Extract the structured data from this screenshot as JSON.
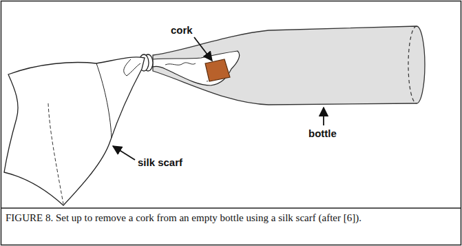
{
  "diagram": {
    "caption": "FIGURE 8. Set up to remove a cork from an empty bottle using a silk scarf (after [6]).",
    "labels": [
      "cork",
      "bottle",
      "silk scarf"
    ]
  }
}
